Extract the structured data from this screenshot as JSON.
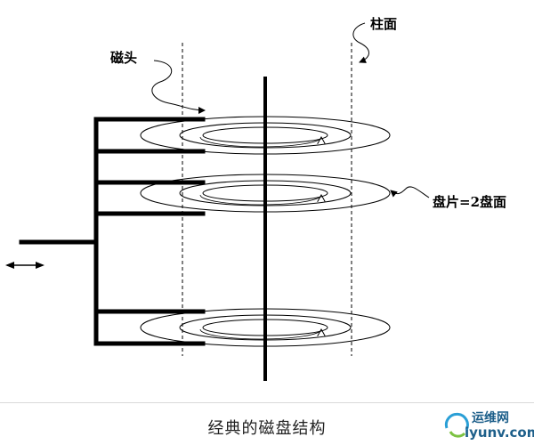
{
  "labels": {
    "head": "磁头",
    "cylinder": "柱面",
    "platter": "盘片=2盘面"
  },
  "caption": "经典的磁盘结构",
  "watermark": {
    "cn": "运维网",
    "en": "iyunv.com"
  },
  "colors": {
    "line": "#000000",
    "watermark": "#1d5f8a"
  }
}
